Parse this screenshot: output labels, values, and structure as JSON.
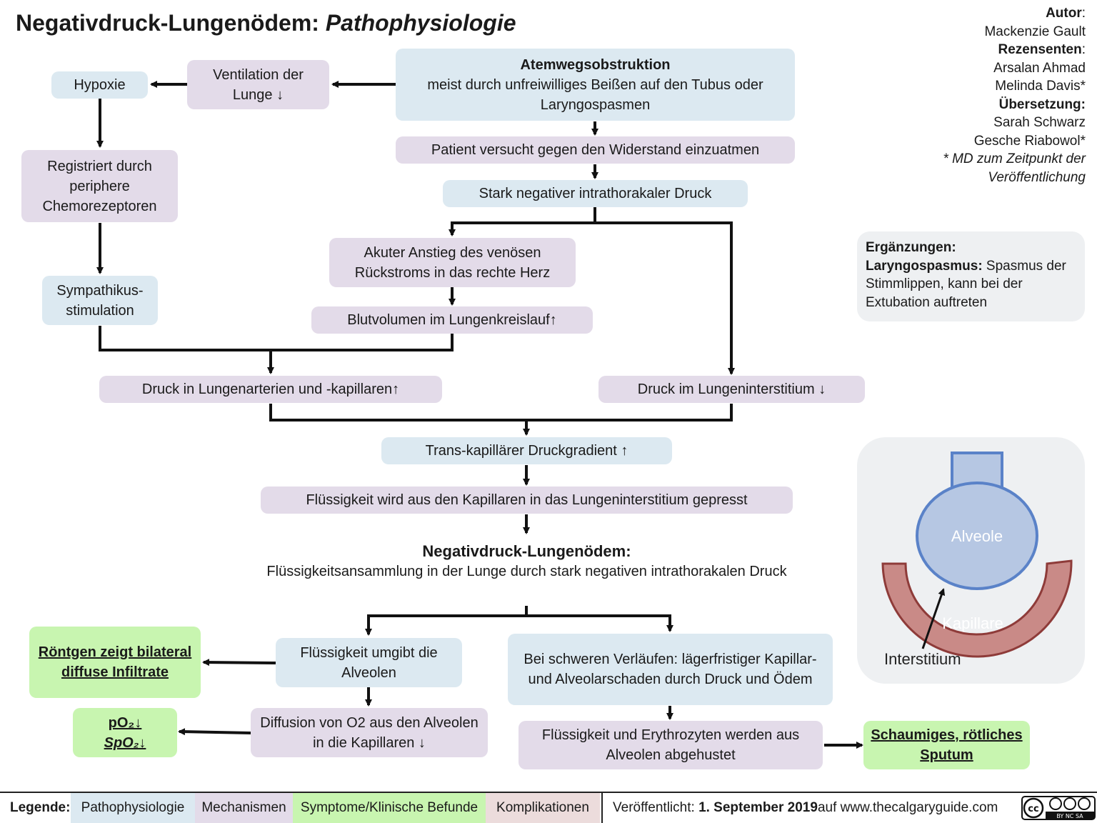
{
  "title": {
    "main": "Negativdruck-Lungenödem: ",
    "sub": "Pathophysiologie"
  },
  "credits": {
    "author_label": "Autor",
    "author": "Mackenzie Gault",
    "reviewers_label": "Rezensenten",
    "reviewer1": "Arsalan Ahmad",
    "reviewer2": "Melinda Davis*",
    "translation_label": "Übersetzung:",
    "translator1": "Sarah Schwarz",
    "translator2": "Gesche Riabowol*",
    "note_line1": "* MD zum Zeitpunkt der",
    "note_line2": "Veröffentlichung"
  },
  "extras": {
    "heading": "Ergänzungen:",
    "term": "Laryngospasmus:",
    "definition": " Spasmus der Stimmlippen, kann bei der Extubation auftreten"
  },
  "nodes": {
    "obstruction_title": "Atemwegsobstruktion",
    "obstruction_text": "meist durch unfreiwilliges Beißen auf den Tubus oder Laryngospasmen",
    "ventilation": "Ventilation der Lunge ↓",
    "hypoxie": "Hypoxie",
    "chemorezeptoren": "Registriert durch periphere Chemorezeptoren",
    "sympathikus": "Sympathikus-stimulation",
    "patient": "Patient versucht gegen den Widerstand einzuatmen",
    "druck_negativ": "Stark negativer intrathorakaler Druck",
    "venoes": "Akuter Anstieg des venösen Rückstroms in das rechte Herz",
    "blutvolumen": "Blutvolumen im Lungenkreislauf↑",
    "druck_arterien": "Druck in Lungenarterien und -kapillaren↑",
    "druck_interstitium": "Druck im Lungeninterstitium ↓",
    "gradient": "Trans-kapillärer Druckgradient ↑",
    "fluessigkeit_gepresst": "Flüssigkeit wird aus den Kapillaren in das Lungeninterstitium gepresst",
    "oedem_title": "Negativdruck-Lungenödem:",
    "oedem_text": "Flüssigkeitsansammlung in der Lunge durch stark negativen intrathorakalen Druck",
    "fluessigkeit_alveolen": "Flüssigkeit umgibt die Alveolen",
    "diffusion": "Diffusion von O2 aus den Alveolen in die Kapillaren ↓",
    "schwer": "Bei schweren Verläufen: lägerfristiger Kapillar- und Alveolarschaden durch Druck und Ödem",
    "abgehustet": "Flüssigkeit und Erythrozyten werden aus Alveolen abgehustet",
    "roentgen": "Röntgen zeigt bilateral diffuse Infiltrate",
    "po2": "pO₂↓",
    "spo2": "SpO₂↓",
    "sputum": "Schaumiges, rötliches Sputum"
  },
  "diagram_labels": {
    "alveole": "Alveole",
    "kapillare": "Kapillare",
    "interstitium": "Interstitium"
  },
  "legend": {
    "label": "Legende:",
    "patho": "Pathophysiologie",
    "mech": "Mechanismen",
    "sympt": "Symptome/Klinische Befunde",
    "kompl": "Komplikationen",
    "published_prefix": "Veröffentlicht: ",
    "published_date": "1. September 2019",
    "published_suffix": " auf www.thecalgaryguide.com",
    "license": "BY NC SA"
  },
  "colors": {
    "patho": "#dce9f1",
    "mech": "#e3dbe9",
    "sympt": "#c8f5b0",
    "kompl": "#ecdcdc",
    "alveole_fill": "#b6c7e3",
    "alveole_stroke": "#5a82c8",
    "kapillare_fill": "#c98a87",
    "kapillare_stroke": "#8e3b39"
  }
}
